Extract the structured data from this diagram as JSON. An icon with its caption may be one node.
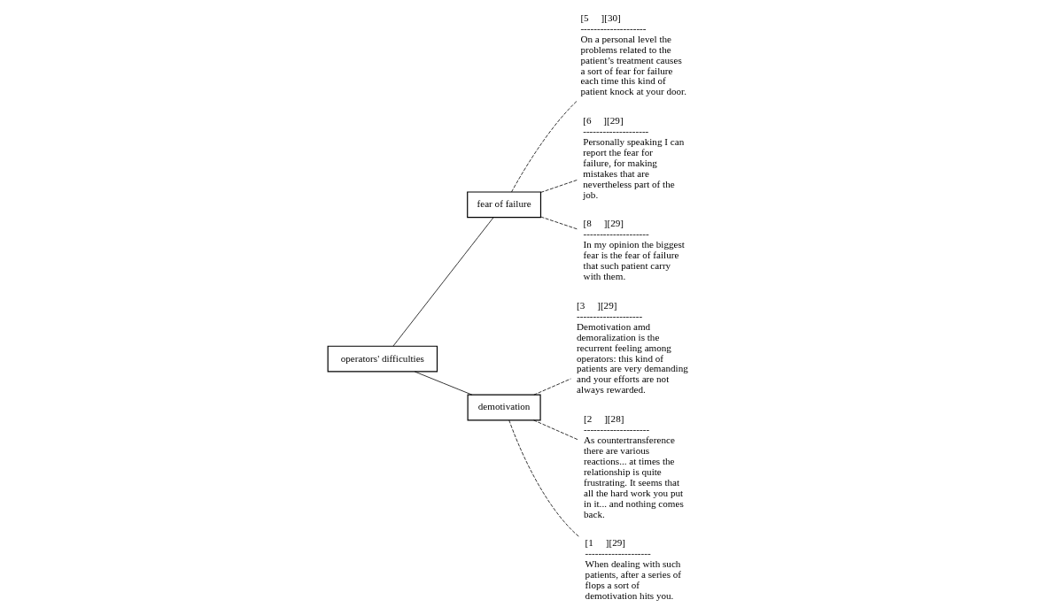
{
  "diagram": {
    "nodes": [
      {
        "text": [
          "operators' difficulties"
        ]
      },
      {
        "text": [
          "fear of failure"
        ]
      },
      {
        "text": [
          "demotivation"
        ]
      },
      {
        "text": [
          "[5     ][30]",
          "--------------------",
          "On a personal level the problems related to the patient’s treatment causes a sort of fear for failure each time this kind of patient knock at your door."
        ]
      },
      {
        "text": [
          "[6     ][29]",
          "--------------------",
          "Personally speaking I can report the fear for failure, for making mistakes that are nevertheless part of the job."
        ]
      },
      {
        "text": [
          "[8     ][29]",
          "--------------------",
          "In my opinion the biggest fear is the fear of failure that such patient carry with them."
        ]
      },
      {
        "text": [
          "[3     ][29]",
          "--------------------",
          "Demotivation amd demoralization is the recurrent feeling among operators: this kind of patients are very demanding and your efforts are not always rewarded."
        ]
      },
      {
        "text": [
          "[2     ][28]",
          "--------------------",
          "As countertransference there are various reactions... at times the relationship is quite frustrating. It seems that all the hard work you put in it... and nothing comes back."
        ]
      },
      {
        "text": [
          "[1     ][29]",
          "--------------------",
          "When dealing with such patients, after a series of flops a sort of demotivation hits you."
        ]
      }
    ],
    "edges": [
      {
        "from": 0,
        "to": 1,
        "arrow": "none"
      },
      {
        "from": 0,
        "to": 2,
        "arrow": "none"
      },
      {
        "from": 1,
        "to": 3,
        "arrow": "none",
        "style": "dashed"
      },
      {
        "from": 1,
        "to": 4,
        "arrow": "none",
        "style": "dashed"
      },
      {
        "from": 1,
        "to": 5,
        "arrow": "none",
        "style": "dashed"
      },
      {
        "from": 2,
        "to": 6,
        "arrow": "none",
        "style": "dashed"
      },
      {
        "from": 2,
        "to": 7,
        "arrow": "none",
        "style": "dashed"
      },
      {
        "from": 2,
        "to": 8,
        "arrow": "none",
        "style": "dashed"
      }
    ]
  }
}
